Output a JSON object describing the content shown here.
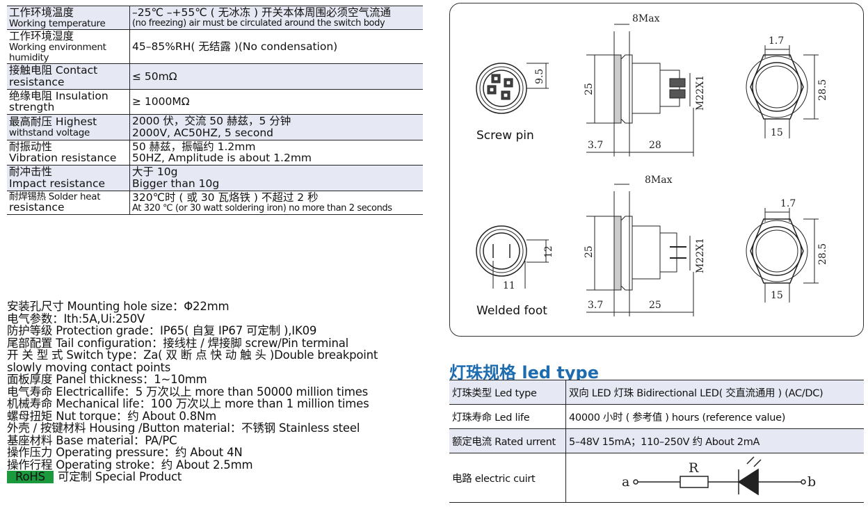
{
  "spec_rows": [
    {
      "k1": "工作环境温度",
      "k2": "Working temperature",
      "v1": "–25℃ –+55℃ ( 无冰冻 ) 开关本体周围必须空气流通",
      "v2": "(no freezing) air must be circulated around the switch body"
    },
    {
      "k1": "工作环境湿度",
      "k2": "Working environment",
      "k3": "humidity",
      "v1": "45–85%RH( 无结露 )(No condensation)"
    },
    {
      "k1": "接触电阻 Contact",
      "k2": "resistance",
      "v1": "≤ 50mΩ"
    },
    {
      "k1": "绝缘电阻 Insulation",
      "k2": "strength",
      "v1": "≥ 1000MΩ"
    },
    {
      "k1": "最高耐压 Highest",
      "k2": "withstand voltage",
      "v1": "2000 伏，交流 50 赫兹，5 分钟",
      "v2": "2000V, AC50HZ, 5 second"
    },
    {
      "k1": "耐振动性",
      "k2": "Vibration resistance",
      "v1": "50 赫兹，振幅约 1.2mm",
      "v2": "50HZ, Amplitude is about 1.2mm"
    },
    {
      "k1": "耐冲击性",
      "k2": "Impact resistance",
      "v1": "大于 10g",
      "v2": "Bigger than 10g"
    },
    {
      "k1": "耐焊锡热 Solder heat",
      "k2": "resistance",
      "v1": "320℃时 ( 或 30 瓦烙铁 ) 不超过 2 秒",
      "v2": "At 320 ℃ (or 30 watt soldering iron) no more than 2 seconds"
    }
  ],
  "spec_lines": [
    "安装孔尺寸 Mounting hole size：Φ22mm",
    "电气参数：Ith:5A,Ui:250V",
    "防护等级 Protection grade：IP65( 自复 IP67 可定制 ),IK09",
    "尾部配置 Tail configuration：接线柱 / 焊接脚 screw/Pin terminal",
    "开 关 型 式 Switch type：Za( 双 断 点 快 动 触 头 )Double breakpoint",
    "slowly moving contact points",
    "面板厚度 Panel thickness：1~10mm",
    "电气寿命 Electricallife：5 万次以上 more than 50000 million times",
    "机械寿命 Mechanical life：100 万次以上 more than 1 million times",
    "螺母扭矩 Nut torque：约 About 0.8Nm",
    "外壳 / 按键材料 Housing /Button material：不锈钢 Stainless steel",
    "基座材料 Base material：PA/PC",
    "操作压力 Operating pressure：约 About 4N",
    "操作行程 Operating stroke：约 About 2.5mm"
  ],
  "rohs": {
    "badge": "RoHS",
    "text": "可定制 Special Product",
    "badge_color": "#1a9a3d"
  },
  "drawings": {
    "screw_label": "Screw pin",
    "welded_label": "Welded foot",
    "dims": {
      "top_max": "8Max",
      "top_95": "9.5",
      "top_25": "25",
      "top_m22": "M22X1",
      "top_37": "3.7",
      "top_28": "28",
      "top_17": "1.7",
      "top_285": "28.5",
      "top_15": "15",
      "bot_max": "8Max",
      "bot_12": "12",
      "bot_11": "11",
      "bot_25": "25",
      "bot_m22": "M22X1",
      "bot_37": "3.7",
      "bot_25b": "25",
      "bot_17": "1.7",
      "bot_285": "28.5",
      "bot_15": "15"
    }
  },
  "led": {
    "title": "灯珠规格 led type",
    "title_color": "#1e6cb0",
    "rows": [
      {
        "k": "灯珠类型 Led type",
        "v": "双向 LED 灯珠 Bidirectional LED( 交直流通用 ) (AC/DC)"
      },
      {
        "k": "灯珠寿命 Led life",
        "v": "40000 小时 ( 参考值 ) hours (reference value)"
      },
      {
        "k": "额定电流 Rated urrent",
        "v": "5–48V 15mA；110–250V 约 About 2mA"
      },
      {
        "k": "电路 electric cuirt"
      }
    ],
    "circuit": {
      "a": "a",
      "r": "R",
      "b": "b"
    }
  }
}
